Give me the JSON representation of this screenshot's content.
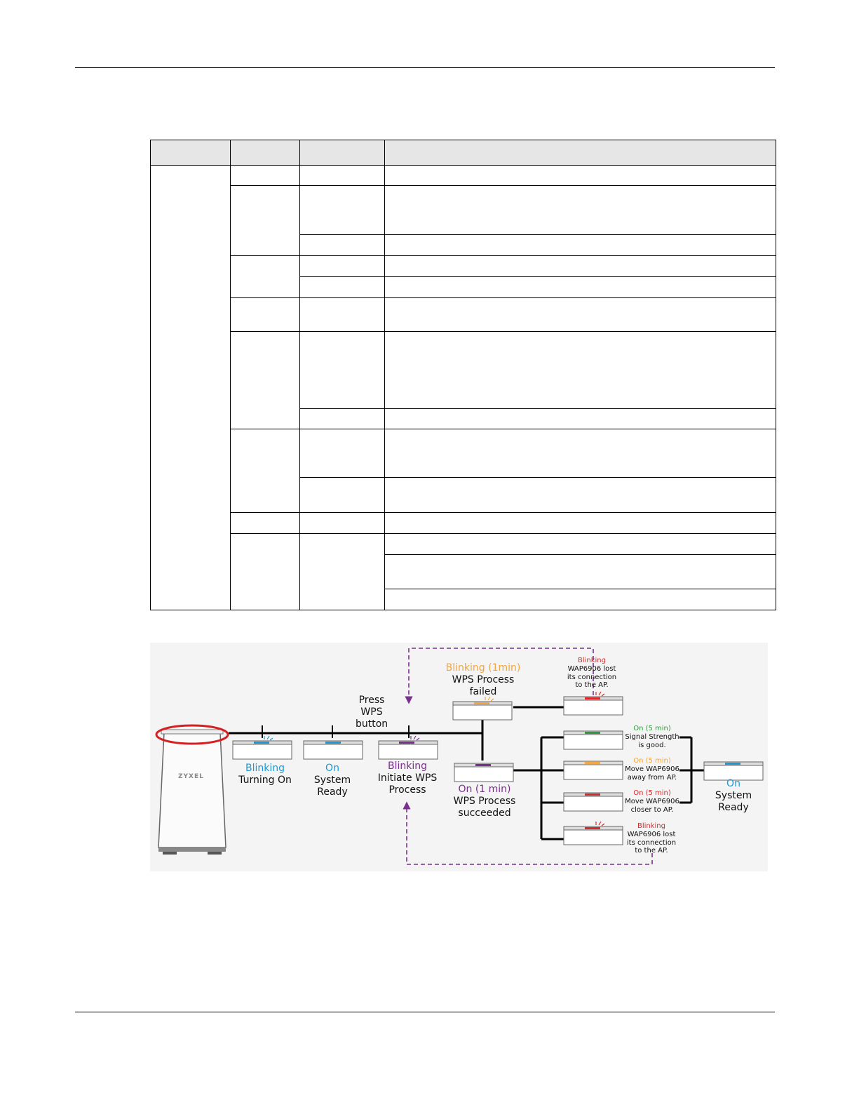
{
  "diagram": {
    "device_logo": "ZYXEL",
    "press_wps": "Press\nWPS\nbutton",
    "s1": {
      "state": "Blinking",
      "desc": "Turning On"
    },
    "s2": {
      "state": "On",
      "desc": "System\nReady"
    },
    "s3": {
      "state": "Blinking",
      "desc": "Initiate WPS\nProcess"
    },
    "failed": {
      "state": "Blinking (1min)",
      "desc": "WPS Process\nfailed"
    },
    "lost_top": {
      "state": "Blinking",
      "desc": "WAP6906 lost\nits connection\nto the AP."
    },
    "succeeded": {
      "state": "On (1 min)",
      "desc": "WPS Process\nsucceeded"
    },
    "good": {
      "state": "On (5 min)",
      "desc": "Signal Strength\nis good."
    },
    "away": {
      "state": "On (5 min)",
      "desc": "Move WAP6906\naway from AP."
    },
    "closer": {
      "state": "On (5 min)",
      "desc": "Move WAP6906\ncloser to AP."
    },
    "lost_bottom": {
      "state": "Blinking",
      "desc": "WAP6906 lost\nits connection\nto the AP."
    },
    "final": {
      "state": "On",
      "desc": "System\nReady"
    }
  },
  "colors": {
    "blue": "#1a9ad6",
    "purple": "#7a2f8e",
    "orange": "#f2a641",
    "green": "#2f9a3d",
    "red": "#d52b2b",
    "oval": "#d42020"
  }
}
